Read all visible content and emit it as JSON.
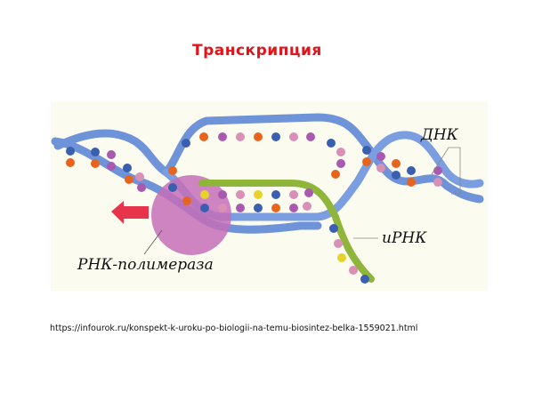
{
  "slide": {
    "title": "Транскрипция",
    "figure": {
      "labels": {
        "dna": "ДНК",
        "mrna": "иРНК",
        "polymerase": "РНК-полимераза"
      },
      "colors": {
        "background": "#fbfcef",
        "dna_strand": "#6f93d8",
        "mrna_strand": "#8fb63a",
        "polymerase": "#c46fb8",
        "arrow": "#e8344a",
        "nucleotide_orange": "#e8641e",
        "nucleotide_blue": "#3a5fb0",
        "nucleotide_pink": "#d98fb6",
        "nucleotide_violet": "#a95ab0",
        "nucleotide_yellow": "#e6d22a"
      },
      "direction_arrow": "left-arrow"
    },
    "source_url": "https://infourok.ru/konspekt-k-uroku-po-biologii-na-temu-biosintez-belka-1559021.html"
  }
}
